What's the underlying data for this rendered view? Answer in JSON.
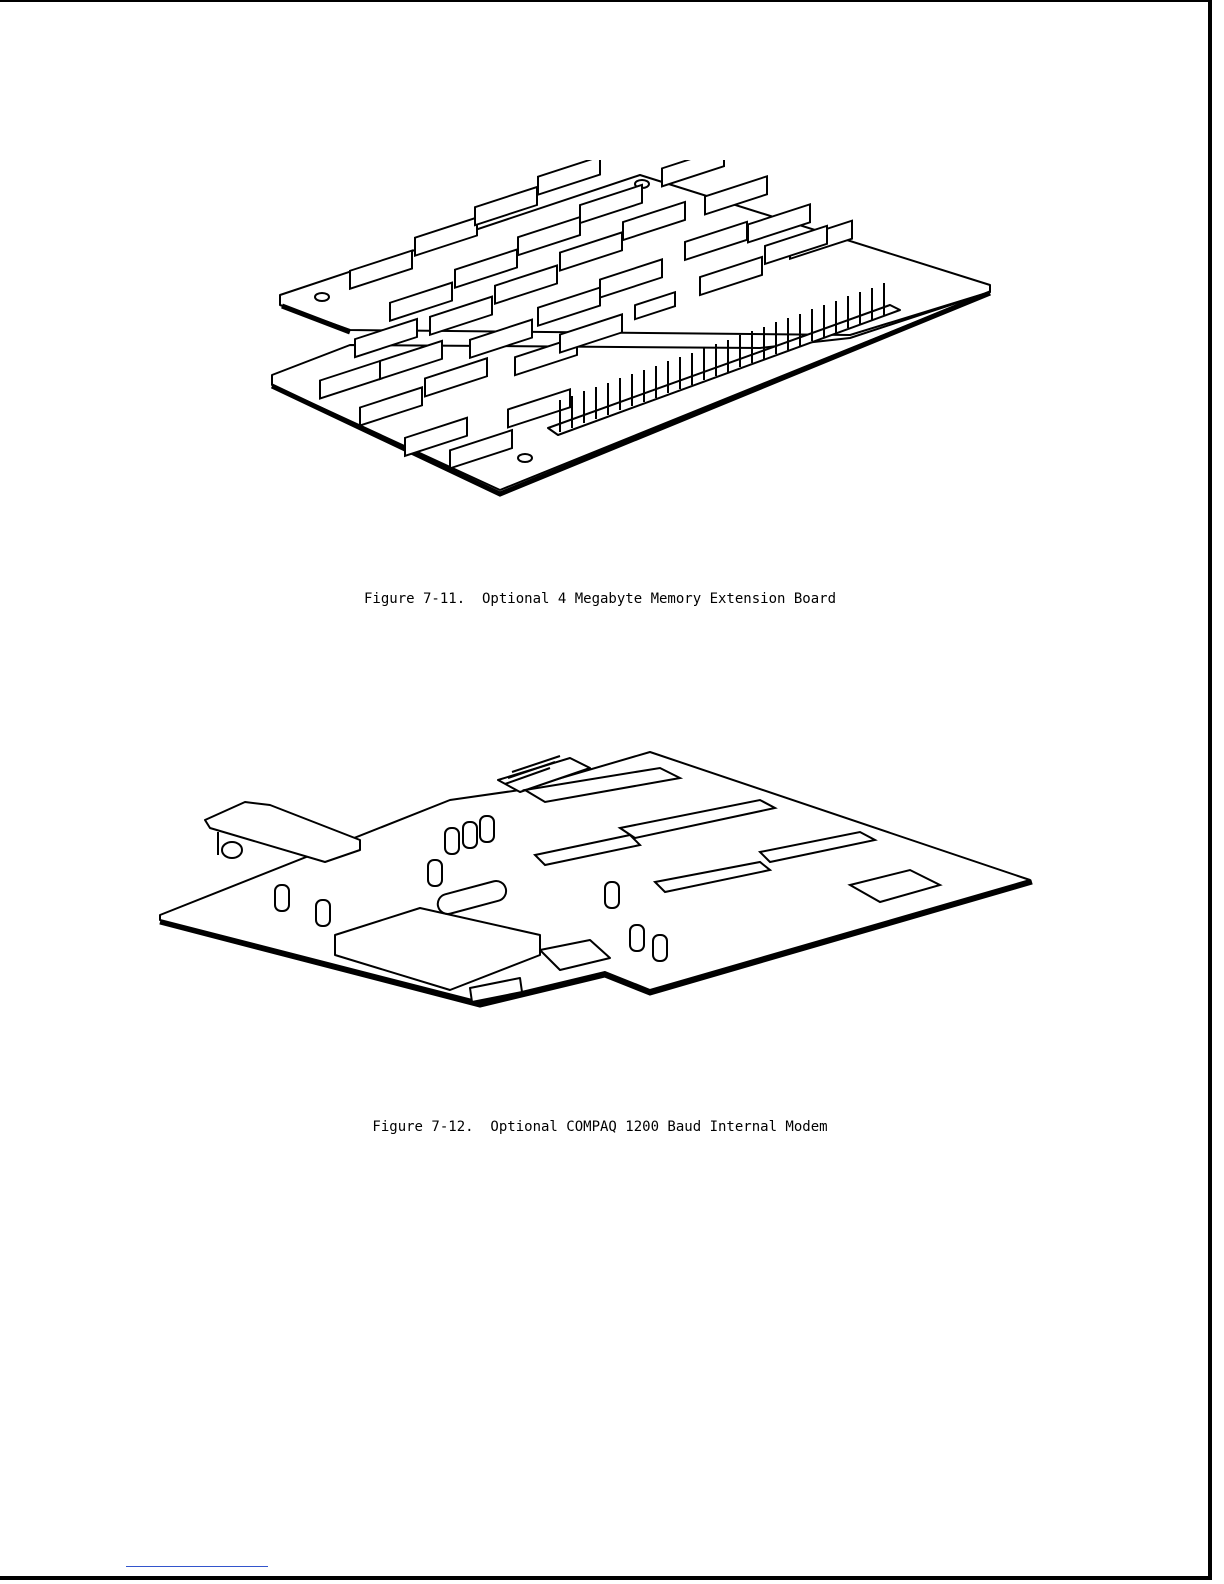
{
  "figures": [
    {
      "label": "Figure 7-11.",
      "title": "Optional 4 Megabyte Memory Extension Board"
    },
    {
      "label": "Figure 7-12.",
      "title": "Optional COMPAQ 1200 Baud Internal Modem"
    }
  ]
}
